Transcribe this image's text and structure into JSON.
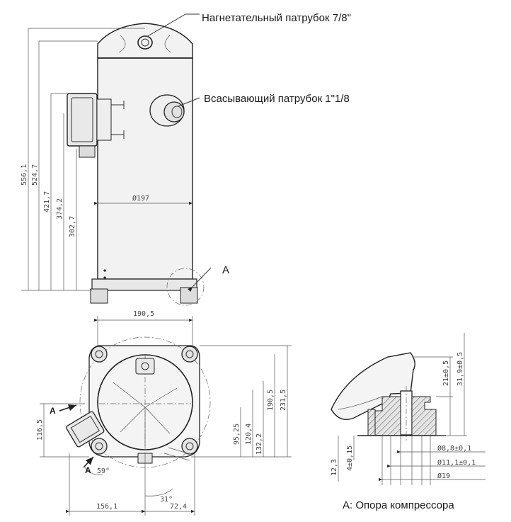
{
  "callouts": {
    "discharge": "Нагнетательный патрубок 7/8\"",
    "suction": "Всасывающий патрубок 1\"1/8",
    "detail_marker": "A",
    "detail_caption": "A: Опора компрессора"
  },
  "side_view": {
    "dims_vertical": [
      "556,1",
      "524,7",
      "421,7",
      "374,2",
      "302,7"
    ],
    "diameter": "Ø197"
  },
  "top_view": {
    "width_top": "190,5",
    "dims_right": [
      "95,25",
      "120,4",
      "132,2",
      "190,5",
      "231,5"
    ],
    "dim_left": "116,5",
    "dims_bottom": [
      "156,1",
      "72,4"
    ],
    "angle_left": "59°",
    "angle_bottom": "31°",
    "marker_top": "A",
    "marker_bottom": "A"
  },
  "detail_view": {
    "dims_right": [
      "21±0,5",
      "31,9±0,5"
    ],
    "dims_left": [
      "12,3",
      "4±0,15"
    ],
    "diameters": [
      "Ø8,8±0,1",
      "Ø11,1±0,1",
      "Ø19"
    ]
  },
  "colors": {
    "line": "#222222",
    "text": "#1a1a1a",
    "fill": "#f2f2f2"
  }
}
